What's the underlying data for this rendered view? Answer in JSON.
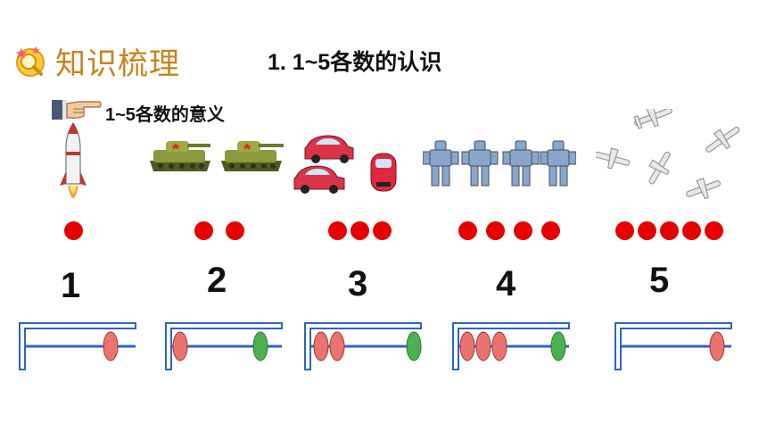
{
  "header": {
    "title": "知识梳理",
    "icon": "magnifier-sparkle-icon",
    "title_color": "#c9831a"
  },
  "section": {
    "title": "1. 1~5各数的认识"
  },
  "subsection": {
    "icon": "pointing-hand-icon",
    "title": "1~5各数的意义"
  },
  "groups": [
    {
      "object": "rocket",
      "object_count": 1,
      "dots": 1,
      "numeral": "1",
      "counter_beads": [
        "red"
      ]
    },
    {
      "object": "tank",
      "object_count": 2,
      "dots": 2,
      "numeral": "2",
      "counter_beads": [
        "red",
        "green"
      ]
    },
    {
      "object": "car",
      "object_count": 3,
      "dots": 3,
      "numeral": "3",
      "counter_beads": [
        "red",
        "red",
        "green"
      ]
    },
    {
      "object": "robot",
      "object_count": 4,
      "dots": 4,
      "numeral": "4",
      "counter_beads": [
        "red",
        "red",
        "red",
        "green"
      ]
    },
    {
      "object": "airplane",
      "object_count": 5,
      "dots": 5,
      "numeral": "5",
      "counter_beads": [
        "red"
      ]
    }
  ],
  "colors": {
    "dot": "#e60000",
    "bead_red": "#e8736f",
    "bead_green": "#4caf50",
    "counter_frame": "#2b64c9"
  }
}
